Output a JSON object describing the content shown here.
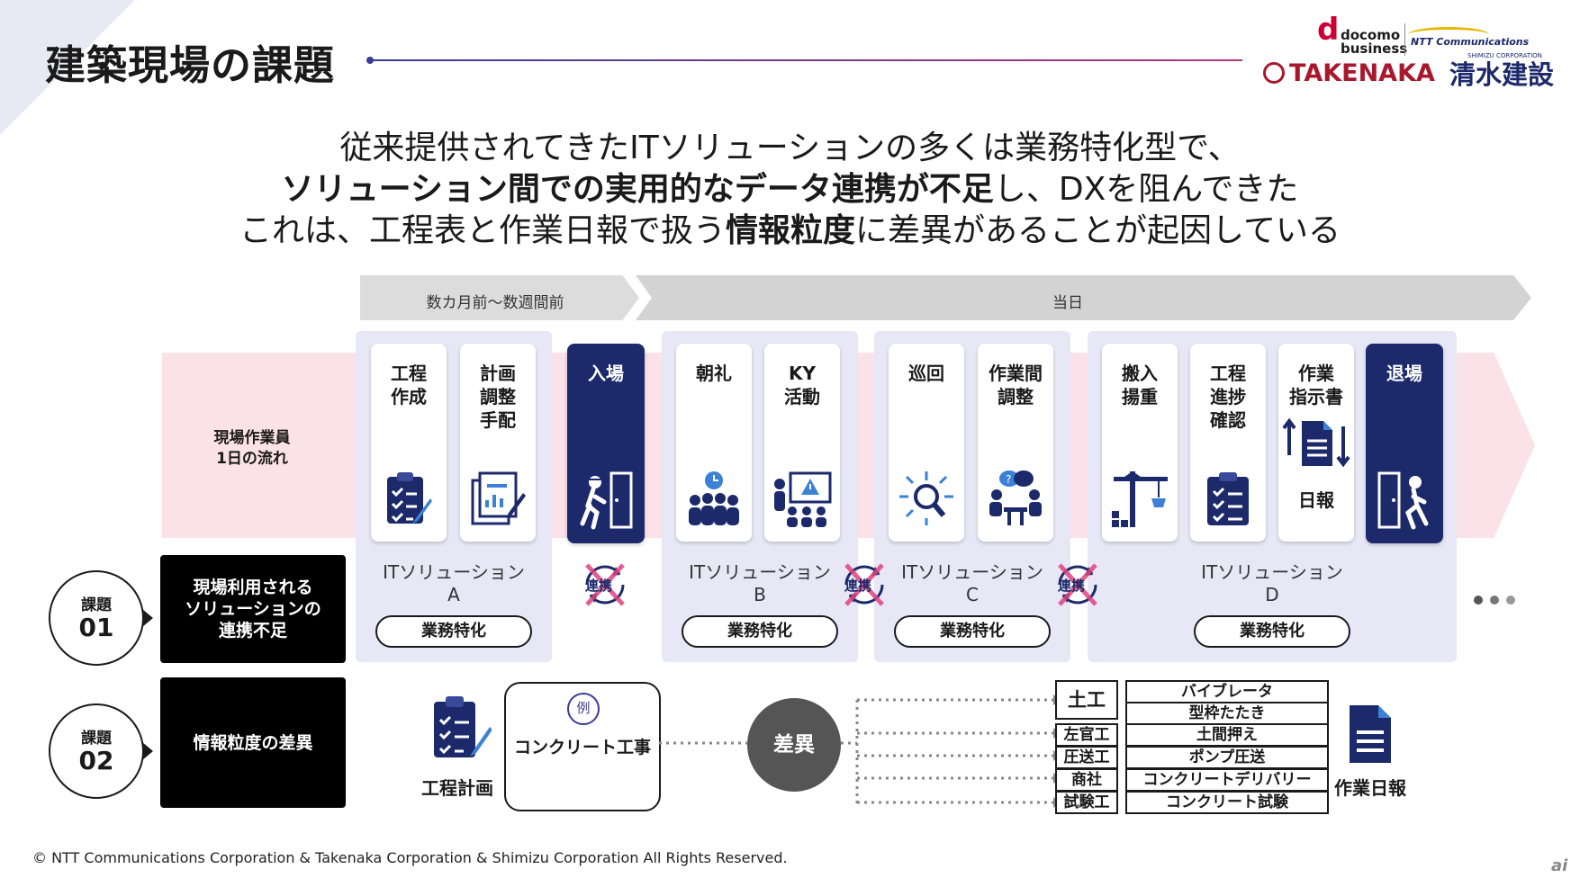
{
  "title": "建築現場の課題",
  "logos": {
    "docomo_mark": "d",
    "docomo_text": "docomo\nbusiness",
    "ntt": "NTT Communications",
    "takenaka": "TAKENAKA",
    "shimizu": "清水建設",
    "shimizu_small": "SHIMIZU CORPORATION"
  },
  "lead": {
    "line1": "従来提供されてきたITソリューションの多くは業務特化型で、",
    "line2_bold": "ソリューション間での実用的なデータ連携が不足",
    "line2_rest": "し、DXを阻んできた",
    "line3_a": "これは、工程表と作業日報で扱う",
    "line3_bold": "情報粒度",
    "line3_b": "に差異があることが起因している"
  },
  "timeline": {
    "phase1": "数カ月前～数週間前",
    "phase2": "当日"
  },
  "row_label": "現場作業員\n1日の流れ",
  "cards": {
    "c1": "工程\n作成",
    "c2": "計画\n調整\n手配",
    "c3": "入場",
    "c4": "朝礼",
    "c5": "KY\n活動",
    "c6": "巡回",
    "c7": "作業間\n調整",
    "c8": "搬入\n揚重",
    "c9": "工程\n進捗\n確認",
    "c10": "作業\n指示書",
    "c10b": "日報",
    "c11": "退場"
  },
  "solutions": {
    "a": "ITソリューション\nA",
    "b": "ITソリューション\nB",
    "c": "ITソリューション\nC",
    "d": "ITソリューション\nD",
    "pill": "業務特化",
    "link": "連携"
  },
  "issues": [
    {
      "small": "課題",
      "num": "01",
      "text": "現場利用される\nソリューションの\n連携不足"
    },
    {
      "small": "課題",
      "num": "02",
      "text": "情報粒度の差異"
    }
  ],
  "example": {
    "plan_label": "工程計画",
    "badge": "例",
    "task": "コンクリート工事",
    "diff": "差異",
    "report_label": "作業日報"
  },
  "trades": [
    {
      "role": "土工",
      "tasks": [
        "バイブレータ",
        "型枠たたき"
      ]
    },
    {
      "role": "左官工",
      "tasks": [
        "土間押え"
      ]
    },
    {
      "role": "圧送工",
      "tasks": [
        "ポンプ圧送"
      ]
    },
    {
      "role": "商社",
      "tasks": [
        "コンクリートデリバリー"
      ]
    },
    {
      "role": "試験工",
      "tasks": [
        "コンクリート試験"
      ]
    }
  ],
  "colors": {
    "navy": "#1c2a6b",
    "pink_band": "#fbe1e8",
    "group_bg": "#e7e7f5",
    "cross": "#e0437f",
    "diff": "#555555"
  },
  "copyright": "© NTT Communications Corporation & Takenaka Corporation & Shimizu Corporation All Rights Reserved.",
  "watermark": "ai"
}
